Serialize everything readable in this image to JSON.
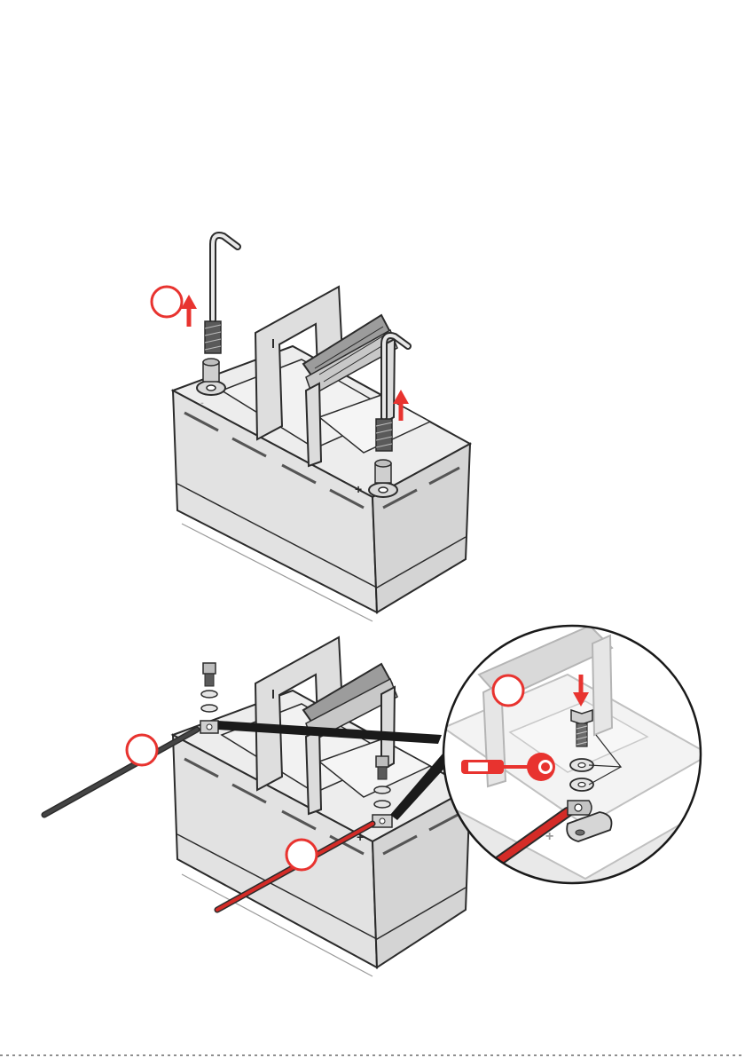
{
  "labels": {
    "terminal_plus_top": "+",
    "terminal_plus_bottom": "+",
    "terminal_plus_zoom": "+"
  },
  "colors": {
    "accent": "#e8332f",
    "outline": "#2b2b2b",
    "body": "#e6e6e6",
    "body_dark": "#cfcfcf",
    "cable_black": "#333333",
    "cable_red": "#d42b27"
  },
  "icons": {
    "step_marker": "circle-outline-red",
    "lift_arrow": "arrow-up-red",
    "press_arrow": "arrow-down-red",
    "fuse_indicator": "fuse-red"
  }
}
